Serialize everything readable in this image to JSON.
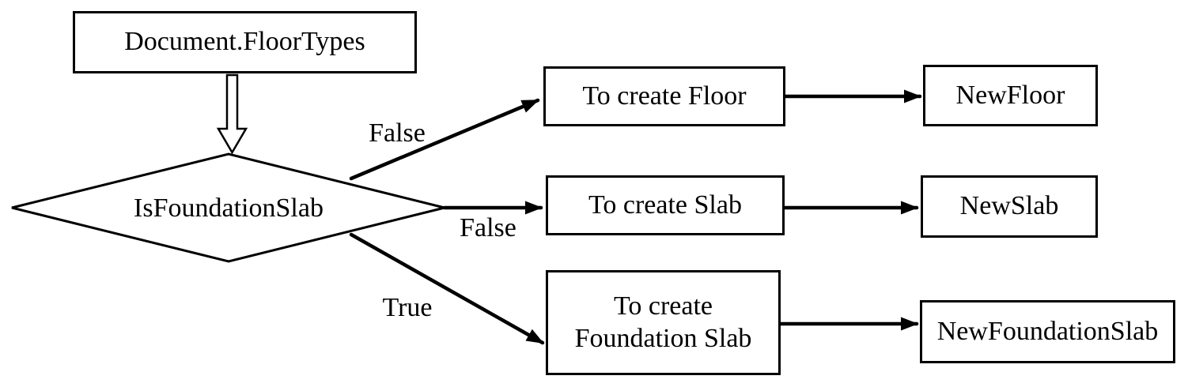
{
  "diagram": {
    "title": "Floor creation decision flowchart",
    "colors": {
      "background": "#ffffff",
      "stroke": "#000000",
      "text": "#000000",
      "node_fill": "#ffffff"
    },
    "nodes": {
      "floor_types": {
        "label": "Document.FloorTypes",
        "shape": "rectangle"
      },
      "is_foundation_slab": {
        "label": "IsFoundationSlab",
        "shape": "diamond"
      },
      "create_floor": {
        "label": "To create Floor",
        "shape": "rectangle"
      },
      "create_slab": {
        "label": "To create Slab",
        "shape": "rectangle"
      },
      "create_foundation_slab": {
        "label": "To create Foundation Slab",
        "shape": "rectangle"
      },
      "new_floor": {
        "label": "NewFloor",
        "shape": "rectangle"
      },
      "new_slab": {
        "label": "NewSlab",
        "shape": "rectangle"
      },
      "new_foundation_slab": {
        "label": "NewFoundationSlab",
        "shape": "rectangle"
      }
    },
    "edges": [
      {
        "from": "floor_types",
        "to": "is_foundation_slab",
        "label": "",
        "style": "hollow-arrow"
      },
      {
        "from": "is_foundation_slab",
        "to": "create_floor",
        "label": "False",
        "style": "solid-arrow"
      },
      {
        "from": "is_foundation_slab",
        "to": "create_slab",
        "label": "False",
        "style": "solid-arrow"
      },
      {
        "from": "is_foundation_slab",
        "to": "create_foundation_slab",
        "label": "True",
        "style": "solid-arrow"
      },
      {
        "from": "create_floor",
        "to": "new_floor",
        "label": "",
        "style": "solid-arrow"
      },
      {
        "from": "create_slab",
        "to": "new_slab",
        "label": "",
        "style": "solid-arrow"
      },
      {
        "from": "create_foundation_slab",
        "to": "new_foundation_slab",
        "label": "",
        "style": "solid-arrow"
      }
    ]
  }
}
